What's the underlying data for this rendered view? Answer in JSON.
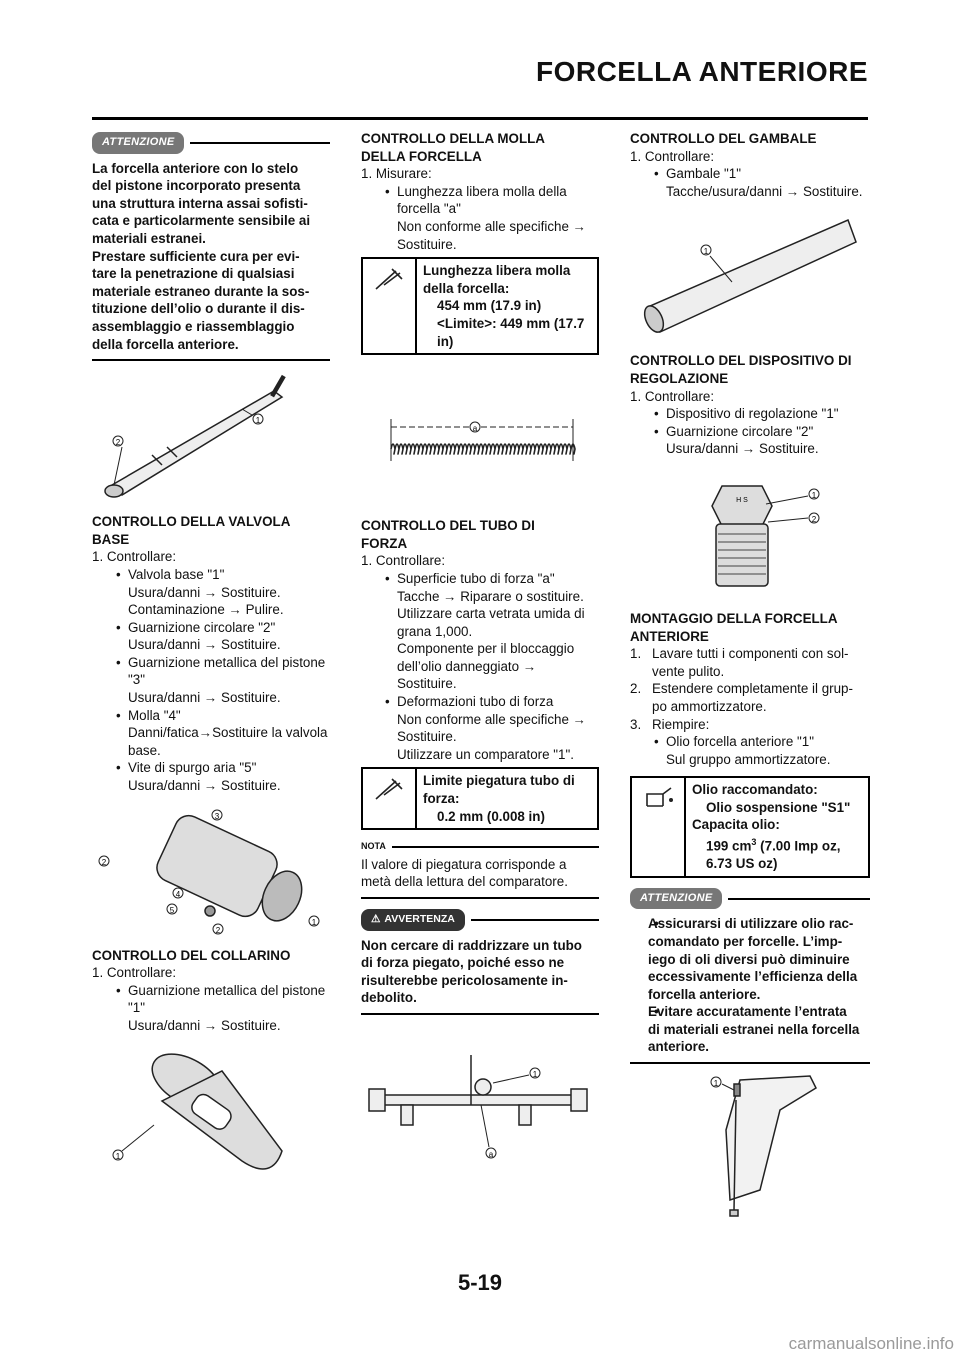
{
  "page": {
    "title": "FORCELLA ANTERIORE",
    "number": "5-19",
    "watermark": "carmanualsonline.info"
  },
  "col1": {
    "attn_label": "ATTENZIONE",
    "attn_text": [
      "La forcella anteriore con lo stelo",
      "del pistone incorporato presenta",
      "una struttura interna assai sofisti-",
      "cata e particolarmente sensibile ai",
      "materiali estranei.",
      "Prestare sufficiente cura per evi-",
      "tare la penetrazione di qualsiasi",
      "materiale estraneo durante la sos-",
      "tituzione dell’olio o durante il dis-",
      "assemblaggio e riassemblaggio",
      "della forcella anteriore."
    ],
    "fig1_callouts": [
      "1",
      "2"
    ],
    "base_heading": [
      "CONTROLLO DELLA VALVOLA",
      "BASE"
    ],
    "base_step": "1.  Controllare:",
    "base_items": [
      {
        "b": "Valvola base \"1\"",
        "lines": [
          "Usura/danni → Sostituire.",
          "Contaminazione → Pulire."
        ]
      },
      {
        "b": "Guarnizione circolare \"2\"",
        "lines": [
          "Usura/danni → Sostituire."
        ]
      },
      {
        "b": "Guarnizione metallica del pistone",
        "lines": [
          "\"3\"",
          "Usura/danni → Sostituire."
        ]
      },
      {
        "b": "Molla \"4\"",
        "lines": [
          "Danni/fatica→Sostituire la valvola",
          "base."
        ]
      },
      {
        "b": "Vite di spurgo aria \"5\"",
        "lines": [
          "Usura/danni → Sostituire."
        ]
      }
    ],
    "fig2_callouts": [
      "3",
      "2",
      "4",
      "5",
      "2",
      "1"
    ],
    "collar_heading": "CONTROLLO DEL COLLARINO",
    "collar_step": "1.  Controllare:",
    "collar_item": "Guarnizione metallica del pistone",
    "collar_lines": [
      "\"1\"",
      "Usura/danni → Sostituire."
    ],
    "fig3_callout": "1"
  },
  "col2": {
    "spring_heading": [
      "CONTROLLO DELLA MOLLA",
      "DELLA FORCELLA"
    ],
    "spring_step": "1.  Misurare:",
    "spring_item": "Lunghezza libera molla della",
    "spring_lines": [
      "forcella \"a\"",
      "Non conforme alle specifiche →",
      "Sostituire."
    ],
    "spec1": [
      "Lunghezza libera molla",
      "della forcella:",
      "454 mm (17.9 in)",
      "<Limite>: 449 mm (17.7",
      "in)"
    ],
    "fig4_callout": "a",
    "tube_heading": [
      "CONTROLLO DEL TUBO DI",
      "FORZA"
    ],
    "tube_step": "1.  Controllare:",
    "tube_items": [
      {
        "b": "Superficie tubo di forza \"a\"",
        "lines": [
          "Tacche → Riparare o sostituire.",
          "Utilizzare carta vetrata umida di",
          "grana 1,000.",
          "Componente per il bloccaggio",
          "dell’olio danneggiato → Sostituire."
        ]
      },
      {
        "b": "Deformazioni tubo di forza",
        "lines": [
          "Non conforme alle specifiche →",
          "Sostituire.",
          "Utilizzare un comparatore \"1\"."
        ]
      }
    ],
    "spec2": [
      "Limite piegatura tubo di",
      "forza:",
      "0.2 mm (0.008 in)"
    ],
    "nota_label": "NOTA",
    "nota_text": [
      "Il valore di piegatura corrisponde a",
      "metà della lettura del comparatore."
    ],
    "warn_label": "AVVERTENZA",
    "warn_text": [
      "Non cercare di raddrizzare un tubo",
      "di forza piegato, poiché esso ne",
      "risulterebbe pericolosamente in-",
      "debolito."
    ],
    "fig5_callouts": [
      "1",
      "a"
    ]
  },
  "col3": {
    "leg_heading": "CONTROLLO DEL GAMBALE",
    "leg_step": "1.  Controllare:",
    "leg_item": "Gambale \"1\"",
    "leg_lines": [
      "Tacche/usura/danni → Sostituire."
    ],
    "fig6_callout": "1",
    "adj_heading": [
      "CONTROLLO DEL DISPOSITIVO DI",
      "REGOLAZIONE"
    ],
    "adj_step": "1.  Controllare:",
    "adj_items": [
      {
        "b": "Dispositivo di regolazione \"1\"",
        "lines": []
      },
      {
        "b": "Guarnizione circolare \"2\"",
        "lines": [
          "Usura/danni → Sostituire."
        ]
      }
    ],
    "fig7_callouts": [
      "1",
      "2"
    ],
    "fig7_label": "H  S",
    "asm_heading": [
      "MONTAGGIO DELLA FORCELLA",
      "ANTERIORE"
    ],
    "asm_steps": [
      {
        "n": "1.",
        "lines": [
          "Lavare tutti i componenti con sol-",
          "vente pulito."
        ]
      },
      {
        "n": "2.",
        "lines": [
          "Estendere completamente il grup-",
          "po ammortizzatore."
        ]
      },
      {
        "n": "3.",
        "lines": [
          "Riempire:"
        ]
      }
    ],
    "asm_item": "Olio forcella anteriore \"1\"",
    "asm_lines": [
      "Sul gruppo ammortizzatore."
    ],
    "spec3": {
      "l1": "Olio raccomandato:",
      "l2": "Olio sospensione \"S1\"",
      "l3": "Capacita olio:",
      "l4a": "199 cm",
      "l4sup": "3",
      "l4b": " (7.00 Imp oz,",
      "l5": "6.73 US oz)"
    },
    "attn_label": "ATTENZIONE",
    "attn_items": [
      [
        "Assicurarsi di utilizzare olio rac-",
        "comandato per forcelle. L’imp-",
        "iego di oli diversi può diminuire",
        "eccessivamente l’efficienza della",
        "forcella anteriore."
      ],
      [
        "Evitare accuratamente l’entrata",
        "di materiali estranei nella forcella",
        "anteriore."
      ]
    ],
    "fig8_callout": "1"
  }
}
